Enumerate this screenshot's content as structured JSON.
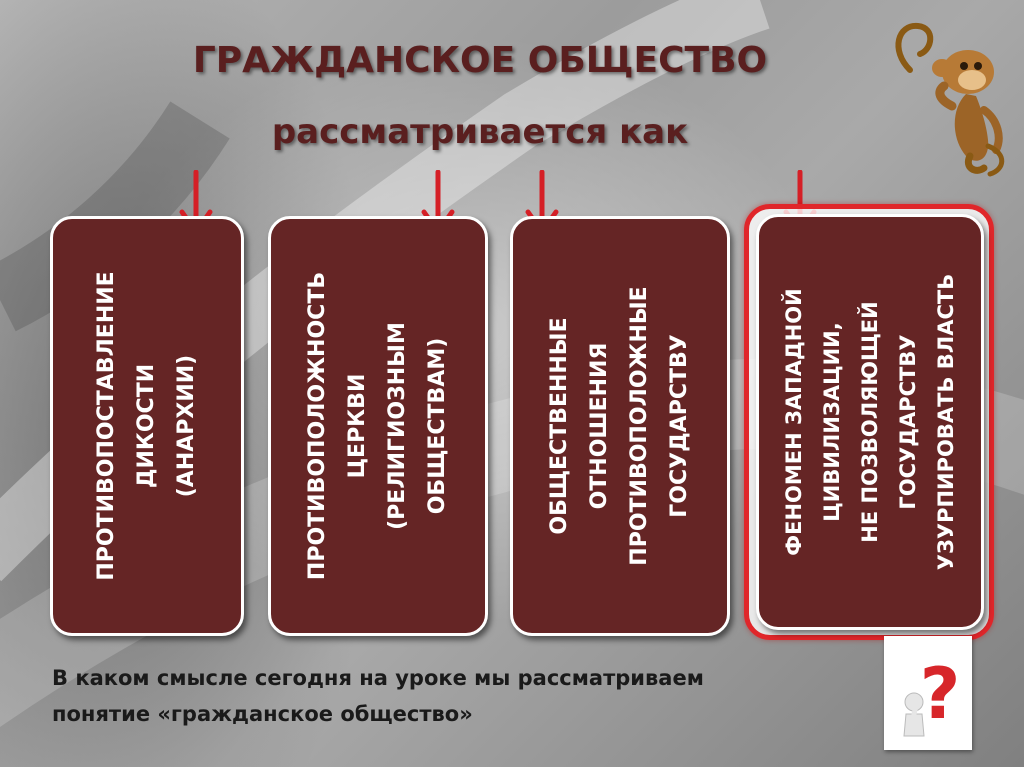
{
  "slide": {
    "title_line1": "ГРАЖДАНСКОЕ ОБЩЕСТВО",
    "title_line2": "рассматривается как",
    "cards": [
      {
        "lines": [
          "ПРОТИВОПОСТАВЛЕНИЕ",
          "ДИКОСТИ",
          "(АНАРХИИ)"
        ]
      },
      {
        "lines": [
          "ПРОТИВОПОЛОЖНОСТЬ",
          "ЦЕРКВИ",
          "(РЕЛИГИОЗНЫМ",
          "ОБЩЕСТВАМ)"
        ]
      },
      {
        "lines": [
          "ОБЩЕСТВЕННЫЕ",
          "ОТНОШЕНИЯ",
          "ПРОТИВОПОЛОЖНЫЕ",
          "ГОСУДАРСТВУ"
        ]
      },
      {
        "lines": [
          "ФЕНОМЕН ЗАПАДНОЙ",
          "ЦИВИЛИЗАЦИИ,",
          "НЕ ПОЗВОЛЯЮЩЕЙ",
          "ГОСУДАРСТВУ",
          "УЗУРПИРОВАТЬ ВЛАСТЬ"
        ]
      }
    ],
    "question_line1": "В каком смысле сегодня на уроке мы рассматриваем",
    "question_line2": "понятие «гражданское общество»",
    "question_icon_symbol": "?"
  },
  "colors": {
    "title": "#5a1f1f",
    "card_fill": "#652525",
    "card_border": "#ffffff",
    "arrow": "#d51f26",
    "highlight_border": "#e0262a"
  },
  "icons": [
    "arrow-down-icon",
    "question-mark-icon",
    "monkey-illustration"
  ]
}
